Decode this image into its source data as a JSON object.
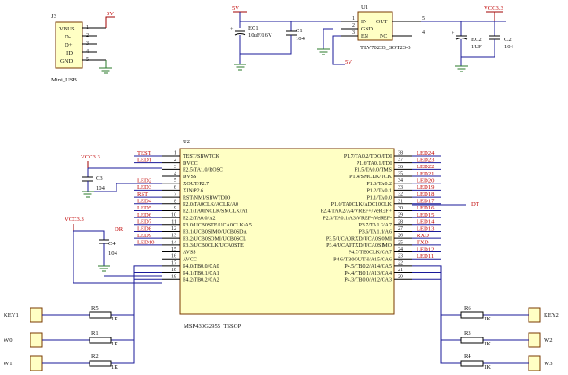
{
  "j3": {
    "ref": "J3",
    "value": "Mini_USB",
    "pins": [
      "VBUS",
      "D-",
      "D+",
      "ID",
      "GND"
    ],
    "pin_numbers": [
      "1",
      "2",
      "3",
      "4",
      "5"
    ],
    "net_5v": "5V"
  },
  "power": {
    "vin_net": "5V",
    "vin_net_2": "5V",
    "vcc_net": "VCC3.3",
    "ec1": {
      "ref": "EC1",
      "value": "10uF/16V"
    },
    "c1": {
      "ref": "C1",
      "value": "104"
    },
    "ec2": {
      "ref": "EC2",
      "value": "1UF"
    },
    "c2": {
      "ref": "C2",
      "value": "104"
    }
  },
  "u1": {
    "ref": "U1",
    "value": "TLV70233_SOT23-5",
    "left_pins": [
      {
        "num": "1",
        "name": "IN"
      },
      {
        "num": "2",
        "name": "GND"
      },
      {
        "num": "3",
        "name": "EN"
      }
    ],
    "right_pins": [
      {
        "num": "5",
        "name": "OUT"
      },
      {
        "num": "4",
        "name": "NC"
      }
    ]
  },
  "u2": {
    "ref": "U2",
    "value": "MSP430G2955_TSSOP",
    "left_pins": [
      {
        "num": "1",
        "name": "TEST/SBWTCK",
        "net": "TEST"
      },
      {
        "num": "2",
        "name": "DVCC",
        "net": "LED1"
      },
      {
        "num": "3",
        "name": "P2.5/TA1.0/ROSC",
        "net": ""
      },
      {
        "num": "4",
        "name": "DVSS",
        "net": ""
      },
      {
        "num": "5",
        "name": "XOUT/P2.7",
        "net": "LED2"
      },
      {
        "num": "6",
        "name": "XIN/P2.6",
        "net": "LED3"
      },
      {
        "num": "7",
        "name": "RST/NMI/SBWTDIO",
        "net": "RST"
      },
      {
        "num": "8",
        "name": "P2.0/TA0CLK/ACLK/A0",
        "net": "LED4"
      },
      {
        "num": "9",
        "name": "P2.1/TA0INCLK/SMCLK/A1",
        "net": "LED5"
      },
      {
        "num": "10",
        "name": "P2.2/TA0.0/A2",
        "net": "LED6"
      },
      {
        "num": "11",
        "name": "P3.0/UCB0STE/UCA0CLK/A5",
        "net": "LED7"
      },
      {
        "num": "12",
        "name": "P3.1/UCB0SIMO/UCB0SDA",
        "net": "LED8"
      },
      {
        "num": "13",
        "name": "P3.2/UCB0SOMI/UCB0SCL",
        "net": "LED9"
      },
      {
        "num": "14",
        "name": "P3.3/UCB0CLK/UCA0STE",
        "net": "LED10"
      },
      {
        "num": "15",
        "name": "AVSS",
        "net": ""
      },
      {
        "num": "16",
        "name": "AVCC",
        "net": ""
      },
      {
        "num": "17",
        "name": "P4.0/TB0.0/CA0",
        "net": ""
      },
      {
        "num": "18",
        "name": "P4.1/TB0.1/CA1",
        "net": ""
      },
      {
        "num": "19",
        "name": "P4.2/TB0.2/CA2",
        "net": ""
      }
    ],
    "right_pins": [
      {
        "num": "38",
        "name": "P1.7/TA0.2/TDO/TDI",
        "net": "LED24"
      },
      {
        "num": "37",
        "name": "P1.6/TA0.1/TDI",
        "net": "LED23"
      },
      {
        "num": "36",
        "name": "P1.5/TA0.0/TMS",
        "net": "LED22"
      },
      {
        "num": "35",
        "name": "P1.4/SMCLK/TCK",
        "net": "LED21"
      },
      {
        "num": "34",
        "name": "P1.3/TA0.2",
        "net": "LED20"
      },
      {
        "num": "33",
        "name": "P1.2/TA0.1",
        "net": "LED19"
      },
      {
        "num": "32",
        "name": "P1.1/TA0.0",
        "net": "LED18"
      },
      {
        "num": "31",
        "name": "P1.0/TA0CLK/ADC10CLK",
        "net": "LED17"
      },
      {
        "num": "30",
        "name": "P2.4/TA0.2/A4/VREF+/VeREF+",
        "net": "LED16"
      },
      {
        "num": "29",
        "name": "P2.3/TA0.1/A3/VREF-/VeREF-",
        "net": "LED15"
      },
      {
        "num": "28",
        "name": "P3.7/TA1.2/A7",
        "net": "LED14"
      },
      {
        "num": "27",
        "name": "P3.6/TA1.1/A6",
        "net": "LED13"
      },
      {
        "num": "26",
        "name": "P3.5/UCA0RXD/UCA0SOMI",
        "net": "RXD"
      },
      {
        "num": "25",
        "name": "P3.4/UCA0TXD/UCA0SIMO",
        "net": "TXD"
      },
      {
        "num": "24",
        "name": "P4.7/TB0CLK/CA7",
        "net": "LED12"
      },
      {
        "num": "23",
        "name": "P4.6/TB0OUTH/A15/CA6",
        "net": "LED11"
      },
      {
        "num": "22",
        "name": "P4.5/TB0.2/A14/CA5",
        "net": ""
      },
      {
        "num": "21",
        "name": "P4.4/TB0.1/A13/CA4",
        "net": ""
      },
      {
        "num": "20",
        "name": "P4.3/TB0.0/A12/CA3",
        "net": ""
      }
    ]
  },
  "nets_extra": {
    "dt": "DT",
    "dr": "DR",
    "vcc_a": "VCC3.3",
    "vcc_b": "VCC3.3"
  },
  "caps_u2": {
    "c3": {
      "ref": "C3",
      "value": "104"
    },
    "c4": {
      "ref": "C4",
      "value": "104"
    }
  },
  "inputs_left": [
    {
      "label": "KEY1",
      "res": "R5",
      "value": "1K"
    },
    {
      "label": "W0",
      "res": "R1",
      "value": "1K"
    },
    {
      "label": "W1",
      "res": "R2",
      "value": "1K"
    }
  ],
  "inputs_right": [
    {
      "label": "KEY2",
      "res": "R6",
      "value": "1K"
    },
    {
      "label": "W2",
      "res": "R3",
      "value": "1K"
    },
    {
      "label": "W3",
      "res": "R4",
      "value": "1K"
    }
  ]
}
